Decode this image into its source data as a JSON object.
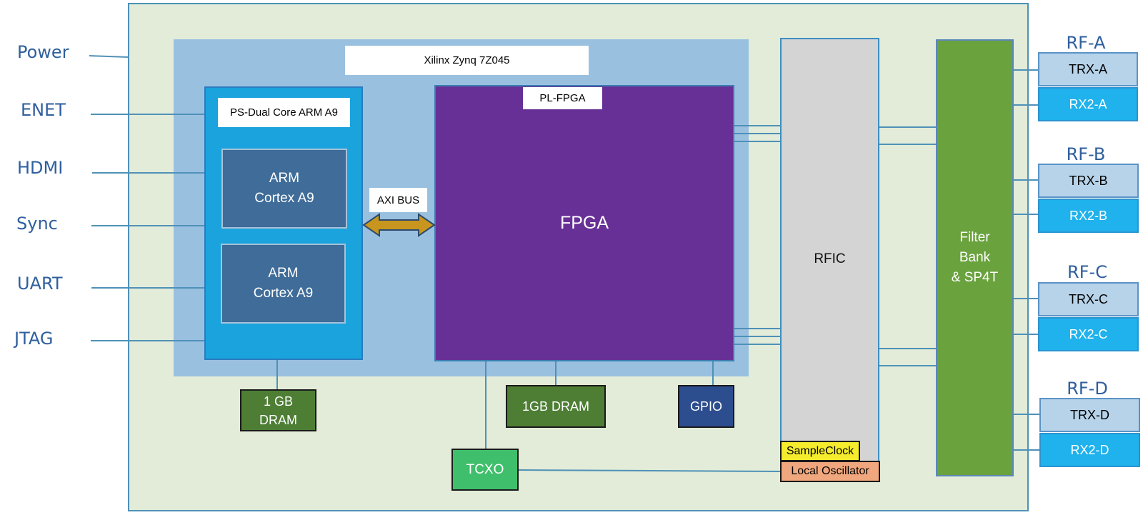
{
  "external": {
    "power": "Power",
    "enet": "ENET",
    "hdmi": "HDMI",
    "sync": "Sync",
    "uart": "UART",
    "jtag": "JTAG"
  },
  "zynq": {
    "title": "Xilinx Zynq 7Z045"
  },
  "ps": {
    "title": "PS-Dual Core ARM A9",
    "core1": {
      "line1": "ARM",
      "line2": "Cortex  A9"
    },
    "core2": {
      "line1": "ARM",
      "line2": "Cortex  A9"
    }
  },
  "axi": {
    "label": "AXI BUS"
  },
  "pl": {
    "title": "PL-FPGA",
    "fpga": "FPGA"
  },
  "rfic": {
    "label": "RFIC"
  },
  "filter": {
    "line1": "Filter",
    "line2": "Bank",
    "line3": "& SP4T"
  },
  "dram_ps": {
    "line1": "1 GB",
    "line2": "DRAM"
  },
  "dram_pl": {
    "label": "1GB DRAM"
  },
  "gpio": {
    "label": "GPIO"
  },
  "tcxo": {
    "label": "TCXO"
  },
  "sample_clock": {
    "label": "SampleClock"
  },
  "local_osc": {
    "label": "Local Oscillator"
  },
  "rf_ports": [
    {
      "name": "RF-A",
      "trx": "TRX-A",
      "rx2": "RX2-A"
    },
    {
      "name": "RF-B",
      "trx": "TRX-B",
      "rx2": "RX2-B"
    },
    {
      "name": "RF-C",
      "trx": "TRX-C",
      "rx2": "RX2-C"
    },
    {
      "name": "RF-D",
      "trx": "TRX-D",
      "rx2": "RX2-D"
    }
  ],
  "colors": {
    "board": "#e2ecd8",
    "zynq": "#9ac0e0",
    "ps": "#1aa3dd",
    "fpga": "#673096",
    "rfic": "#d4d4d4",
    "filter": "#6aa23e",
    "axi_arrow": "#c8961e",
    "line": "#4f91b8"
  }
}
